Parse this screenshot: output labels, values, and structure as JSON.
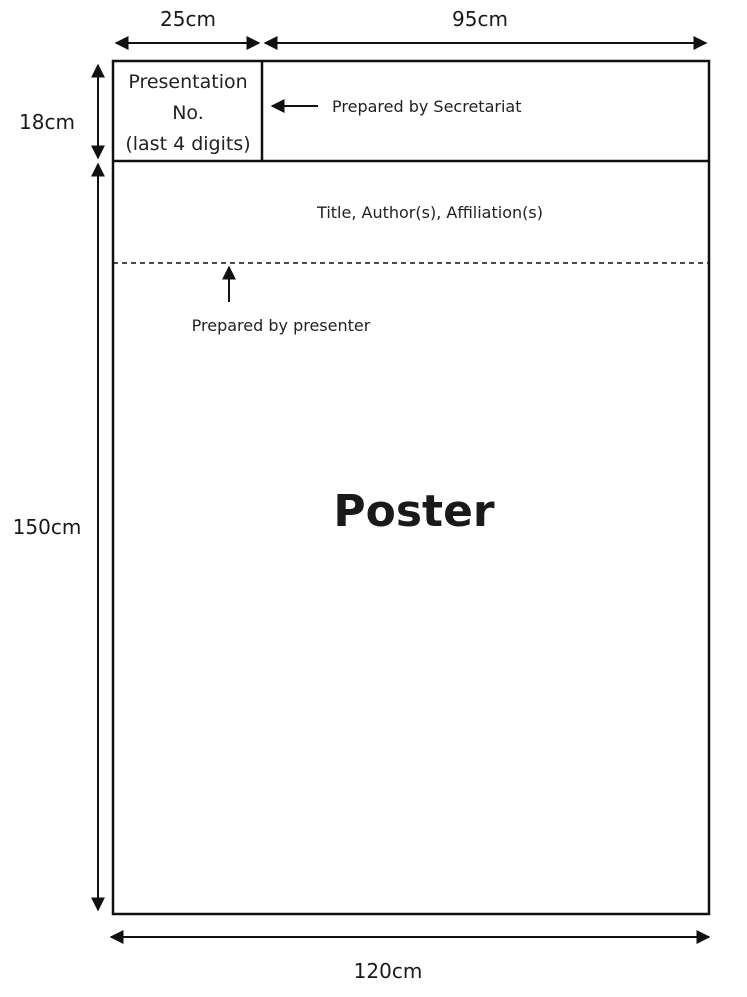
{
  "dimensions": {
    "top_left_width": "25cm",
    "top_right_width": "95cm",
    "header_height": "18cm",
    "body_height": "150cm",
    "total_width": "120cm"
  },
  "header_box": {
    "line1": "Presentation",
    "line2": "No.",
    "line3": "(last 4 digits)"
  },
  "notes": {
    "secretariat": "Prepared by Secretariat",
    "title_area": "Title, Author(s), Affiliation(s)",
    "presenter": "Prepared by presenter"
  },
  "poster_label": "Poster",
  "colors": {
    "stroke": "#111111",
    "text": "#1a1a1a",
    "background": "#ffffff"
  }
}
